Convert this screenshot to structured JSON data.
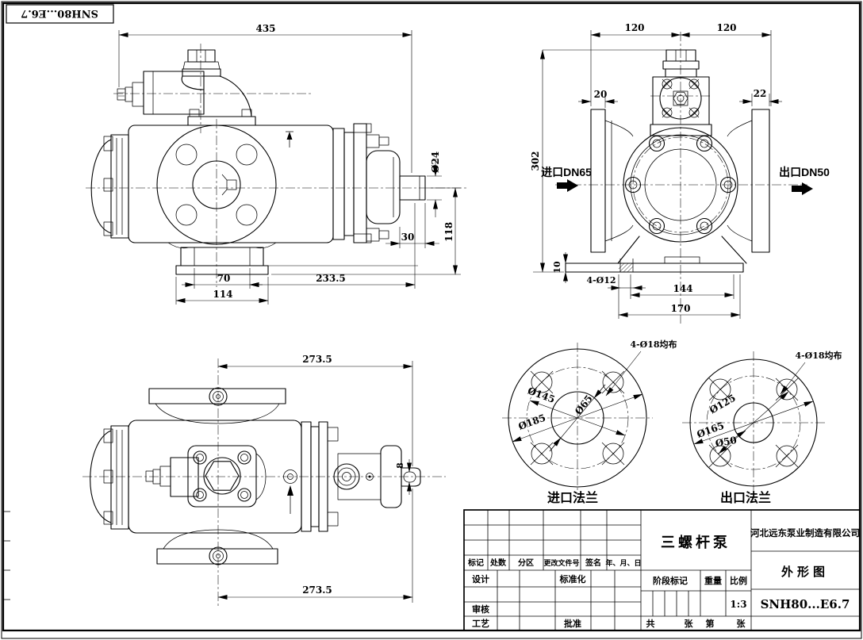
{
  "corner_stamp": {
    "model": "SNH80...E6.7"
  },
  "side_view": {
    "dim_length": "435",
    "dim_shaft_dia": "Ø24",
    "dim_shaft_ext": "30",
    "dim_height": "118",
    "dim_foot_inner": "70",
    "dim_foot_width": "114",
    "dim_shaft_to_foot": "233.5"
  },
  "end_view": {
    "dim_left": "120",
    "dim_right": "120",
    "dim_flange_left": "20",
    "dim_flange_right": "22",
    "dim_height": "302",
    "dim_foot_plate": "10",
    "dim_foot_holes": "4-Ø12",
    "dim_holes_span": "144",
    "dim_foot_span": "170",
    "inlet": "进口DN65",
    "outlet": "出口DN50"
  },
  "plan_view": {
    "dim_front": "273.5",
    "dim_back": "273.5",
    "dim_key": "8"
  },
  "inlet_flange": {
    "note": "4-Ø18均布",
    "d_bolt": "Ø145",
    "d_bore": "Ø65",
    "d_outer": "Ø185",
    "caption": "进口法兰"
  },
  "outlet_flange": {
    "note": "4-Ø18均布",
    "d_bolt": "Ø125",
    "d_outer": "Ø165",
    "d_bore": "Ø50",
    "caption": "出口法兰"
  },
  "title_block": {
    "headers": {
      "mark": "标记",
      "count": "处数",
      "zone": "分区",
      "doc_no": "更改文件号",
      "signature": "签名",
      "date": "年、月、日"
    },
    "roles": {
      "design": "设计",
      "standardize": "标准化",
      "review": "审核",
      "process": "工艺",
      "approve": "批准"
    },
    "product_name": "三螺杆泵",
    "company": "河北远东泵业制造有限公司",
    "drawing_type": "外形图",
    "model": "SNH80...E6.7",
    "stage_mark": "阶段标记",
    "weight": "重量",
    "scale": "比例",
    "scale_value": "1:3",
    "sheet": {
      "total_label": "共",
      "total_unit": "张",
      "page_label": "第",
      "page_unit": "张"
    }
  },
  "colors": {
    "line": "#000000",
    "background": "#ffffff"
  }
}
